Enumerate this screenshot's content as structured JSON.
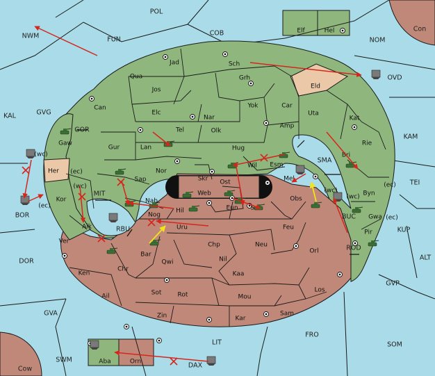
{
  "colors": {
    "sea": "#a9dbe8",
    "austria": "#8fb77d",
    "turkey": "#c08878",
    "neutral": "#ebc9a8",
    "border": "#1a1a1a",
    "order": "#d6261c",
    "support": "#f2e31a"
  },
  "labels": {
    "sea": [
      "POL",
      "FUN",
      "COB",
      "NOM",
      "NWM",
      "KAL",
      "GVG",
      "BOR",
      "DOR",
      "GVA",
      "SWM",
      "LIT",
      "FRO",
      "SOM",
      "GVP",
      "ALT",
      "KUP",
      "TEI",
      "KAM",
      "SMA",
      "RBU",
      "MIT",
      "BUC",
      "ROD",
      "GOR",
      "OVD",
      "DAX",
      "Con",
      "Cow"
    ],
    "austria": [
      "Jad",
      "Sch",
      "Qua",
      "Jos",
      "Grh",
      "Can",
      "Elc",
      "Nar",
      "Yok",
      "Car",
      "Tel",
      "Olk",
      "Amp",
      "Uta",
      "Kat",
      "Gur",
      "Lan",
      "Hug",
      "Rie",
      "Nor",
      "Wil",
      "Esm",
      "Sap",
      "Skr",
      "Web",
      "Bri",
      "Nab",
      "Gaw",
      "Kor",
      "Aik",
      "Ver",
      "Byn",
      "Gwa",
      "Pir",
      "Elf",
      "Hel",
      "Aba"
    ],
    "turkey": [
      "Ost",
      "Mel",
      "Eun",
      "Sur",
      "Obs",
      "Hil",
      "Nog",
      "Uru",
      "Feu",
      "Chp",
      "Neu",
      "Bar",
      "Qwi",
      "Nil",
      "Orl",
      "Ken",
      "Chr",
      "Kaa",
      "Ail",
      "Sot",
      "Rot",
      "Mou",
      "Los",
      "Zin",
      "Kar",
      "Sam",
      "Orn"
    ],
    "neutral": [
      "Her",
      "Eld"
    ],
    "coast": [
      "(wc)",
      "(ec)",
      "(wc)",
      "(ec)",
      "(wc)",
      "(wc)",
      "(ec)",
      "(ec)"
    ],
    "unit_names": {
      "army": "army",
      "fleet": "fleet"
    }
  }
}
